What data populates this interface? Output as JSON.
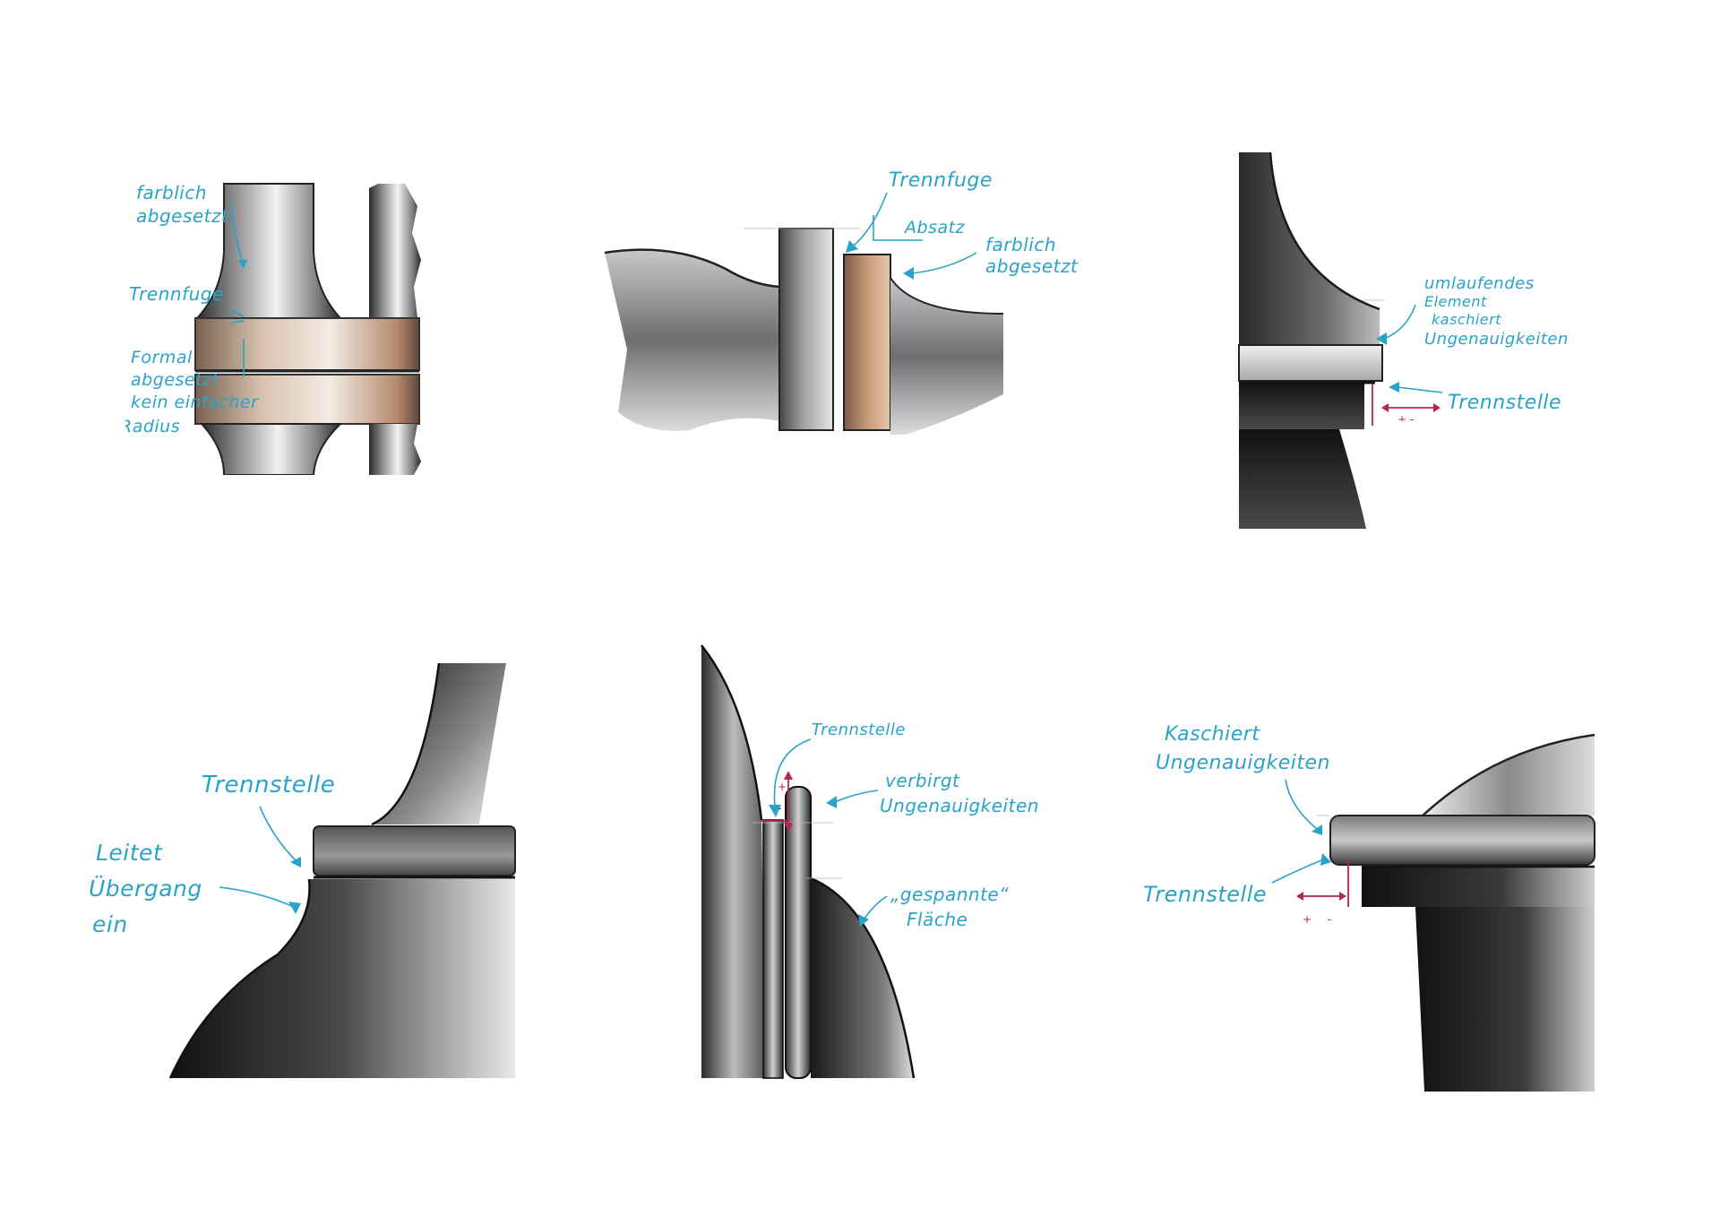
{
  "palette": {
    "annotation": "#2aa3c9",
    "tolerance_marks": "#b32650",
    "graphite_dark": "#1a1a1a",
    "graphite_light": "#d6d6d6",
    "copper": "#c78a5c"
  },
  "sketch1": {
    "label_color_offset": [
      "farblich",
      "abgesetzt"
    ],
    "label_joint": "Trennfuge",
    "label_formal": [
      "Formal",
      "abgesetzt",
      "kein einfacher",
      "Radius"
    ]
  },
  "sketch2": {
    "label_joint": "Trennfuge",
    "label_step": "Absatz",
    "label_color_offset": [
      "farblich",
      "abgesetzt"
    ]
  },
  "sketch3": {
    "label_element": [
      "umlaufendes",
      "Element",
      "kaschiert",
      "Ungenauigkeiten"
    ],
    "label_split": "Trennstelle",
    "tolerance": "+ -"
  },
  "sketch4": {
    "label_split": "Trennstelle",
    "label_transition": [
      "Leitet",
      "Übergang",
      "ein"
    ]
  },
  "sketch5": {
    "label_split": "Trennstelle",
    "label_hides": [
      "verbirgt",
      "Ungenauigkeiten"
    ],
    "label_surface": [
      "„gespannte“",
      "Fläche"
    ],
    "tolerance_plus": "+",
    "tolerance_minus": "-"
  },
  "sketch6": {
    "label_conceals": [
      "Kaschiert",
      "Ungenauigkeiten"
    ],
    "label_split": "Trennstelle",
    "tolerance_plus": "+",
    "tolerance_minus": "-"
  }
}
